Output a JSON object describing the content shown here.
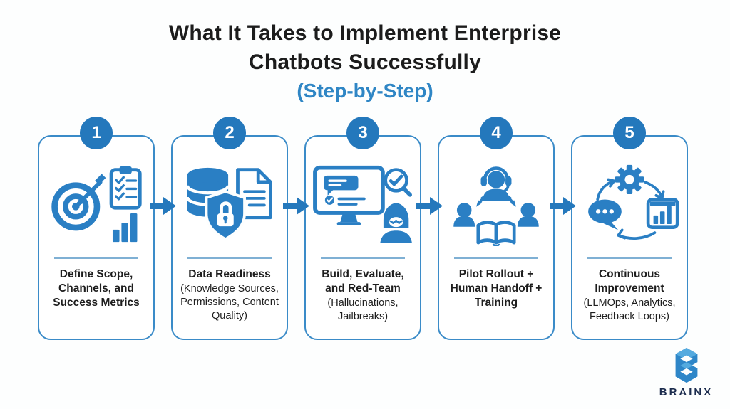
{
  "header": {
    "title_line1": "What It Takes to Implement Enterprise",
    "title_line2": "Chatbots Successfully",
    "subtitle": "(Step-by-Step)"
  },
  "steps": [
    {
      "number": "1",
      "title": "Define Scope, Channels, and Success Metrics",
      "note": "",
      "icons": [
        "target-dart-icon",
        "checklist-clipboard-icon",
        "bar-chart-icon"
      ]
    },
    {
      "number": "2",
      "title": "Data Readiness",
      "note": "(Knowledge Sources, Permissions, Content Quality)",
      "icons": [
        "database-icon",
        "document-icon",
        "shield-lock-icon"
      ]
    },
    {
      "number": "3",
      "title": "Build, Evaluate, and Red-Team",
      "note": "(Hallucinations, Jailbreaks)",
      "icons": [
        "monitor-chat-icon",
        "magnifier-check-icon",
        "hacker-icon"
      ]
    },
    {
      "number": "4",
      "title": "Pilot Rollout + Human Handoff + Training",
      "note": "",
      "icons": [
        "support-agent-icon",
        "user-icon",
        "user-icon",
        "double-arrow-icon",
        "open-book-icon"
      ]
    },
    {
      "number": "5",
      "title": "Continuous Improvement",
      "note": "(LLMOps, Analytics, Feedback Loops)",
      "icons": [
        "gear-icon",
        "chat-dots-icon",
        "analytics-panel-icon",
        "cycle-arrows-icon"
      ]
    }
  ],
  "connectors": {
    "icon": "arrow-right-icon",
    "count": 4
  },
  "footer": {
    "brand": "BRAINX"
  },
  "colors": {
    "accent": "#2A7FC4",
    "badge_blue": "#2478BC",
    "card_border": "#3A8BC8",
    "divider_blue": "#7FB0D4",
    "title_text": "#1C1C1C",
    "subtitle_blue": "#2F86C5",
    "logo_navy": "#1C2C4E",
    "logo_light_blue": "#54AADF",
    "logo_mid_blue": "#2E86C8",
    "background": "#FDFEFE"
  }
}
